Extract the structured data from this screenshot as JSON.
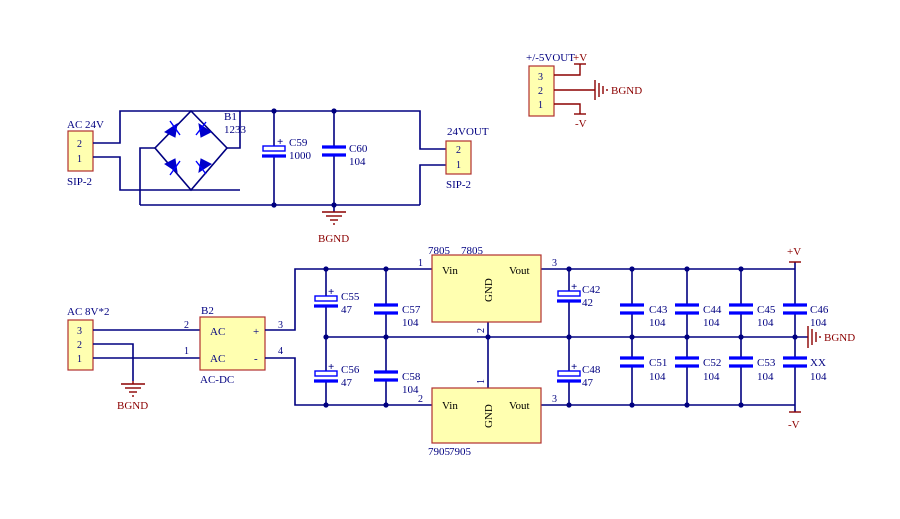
{
  "colors": {
    "wire": "#000080",
    "component": "#0000ff",
    "box_fill": "#ffffb0",
    "box_border": "#b03030",
    "power": "#8b0000"
  },
  "labels": {
    "ac24v_title": "AC 24V",
    "ac24v_pin2": "2",
    "ac24v_pin1": "1",
    "ac24v_type": "SIP-2",
    "b1_ref": "B1",
    "b1_val": "1233",
    "c59_ref": "C59",
    "c59_val": "1000",
    "c60_ref": "C60",
    "c60_val": "104",
    "out24_title": "24VOUT",
    "out24_pin2": "2",
    "out24_pin1": "1",
    "out24_type": "SIP-2",
    "bgnd_top": "BGND",
    "pm5_title": "+/-5VOUT",
    "pm5_plusv": "+V",
    "pm5_pin3": "3",
    "pm5_pin2": "2",
    "pm5_pin1": "1",
    "pm5_minusv": "-V",
    "pm5_bgnd": "BGND",
    "ac8v_title": "AC 8V*2",
    "ac8v_pin3": "3",
    "ac8v_pin2": "2",
    "ac8v_pin1": "1",
    "bgnd_left": "BGND",
    "b2_ref": "B2",
    "b2_ac1": "AC",
    "b2_ac2": "AC",
    "b2_plus": "+",
    "b2_minus": "-",
    "b2_type": "AC-DC",
    "b2_pin2": "2",
    "b2_pin1": "1",
    "b2_pin3": "3",
    "b2_pin4": "4",
    "u7805_ref": "7805",
    "u7805_val": "7805",
    "u7805_vin": "Vin",
    "u7805_vout": "Vout",
    "u7805_gnd": "GND",
    "u7805_pin1": "1",
    "u7805_pin3": "3",
    "u7805_pin2": "2",
    "u7905_ref": "7905",
    "u7905_val": "7905",
    "u7905_vin": "Vin",
    "u7905_vout": "Vout",
    "u7905_gnd": "GND",
    "u7905_pin2": "2",
    "u7905_pin3": "3",
    "u7905_pin1": "1",
    "c55_ref": "C55",
    "c55_val": "47",
    "c56_ref": "C56",
    "c56_val": "47",
    "c57_ref": "C57",
    "c57_val": "104",
    "c58_ref": "C58",
    "c58_val": "104",
    "c42_ref": "C42",
    "c42_val": "42",
    "c48_ref": "C48",
    "c48_val": "47",
    "c43_ref": "C43",
    "c43_val": "104",
    "c44_ref": "C44",
    "c44_val": "104",
    "c45_ref": "C45",
    "c45_val": "104",
    "c46_ref": "C46",
    "c46_val": "104",
    "c51_ref": "C51",
    "c51_val": "104",
    "c52_ref": "C52",
    "c52_val": "104",
    "c53_ref": "C53",
    "c53_val": "104",
    "xx_ref": "XX",
    "xx_val": "104",
    "plusv_right": "+V",
    "minusv_right": "-V",
    "bgnd_right": "BGND"
  }
}
